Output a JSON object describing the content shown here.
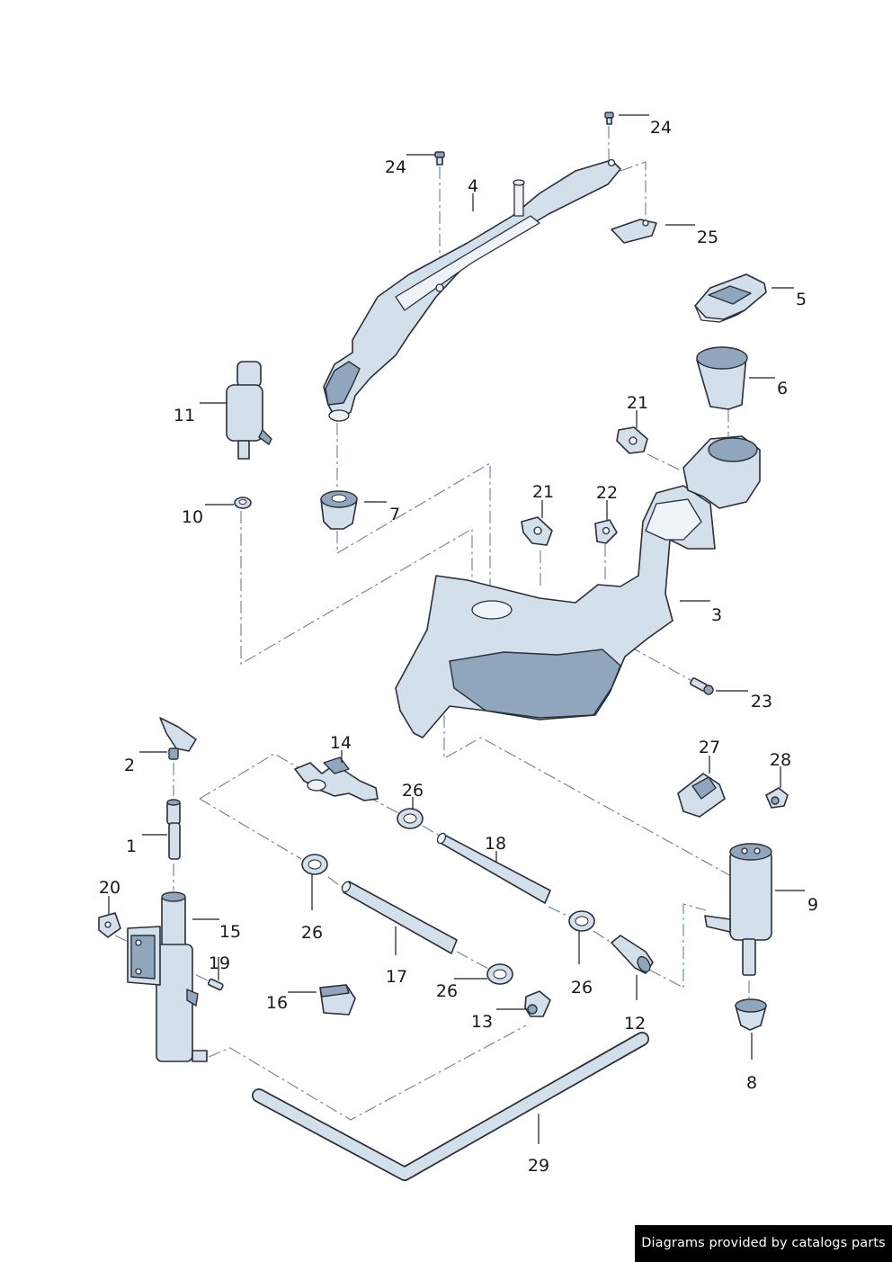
{
  "credit_text": "Diagrams provided by catalogs parts",
  "callouts": {
    "c1": "1",
    "c2": "2",
    "c3": "3",
    "c4": "4",
    "c5": "5",
    "c6": "6",
    "c7": "7",
    "c8": "8",
    "c9": "9",
    "c10": "10",
    "c11": "11",
    "c12": "12",
    "c13": "13",
    "c14": "14",
    "c15": "15",
    "c16": "16",
    "c17": "17",
    "c18": "18",
    "c19": "19",
    "c20": "20",
    "c21a": "21",
    "c21b": "21",
    "c22": "22",
    "c23": "23",
    "c24a": "24",
    "c24b": "24",
    "c25": "25",
    "c26a": "26",
    "c26b": "26",
    "c26c": "26",
    "c26d": "26",
    "c27": "27",
    "c28": "28",
    "c29": "29"
  }
}
